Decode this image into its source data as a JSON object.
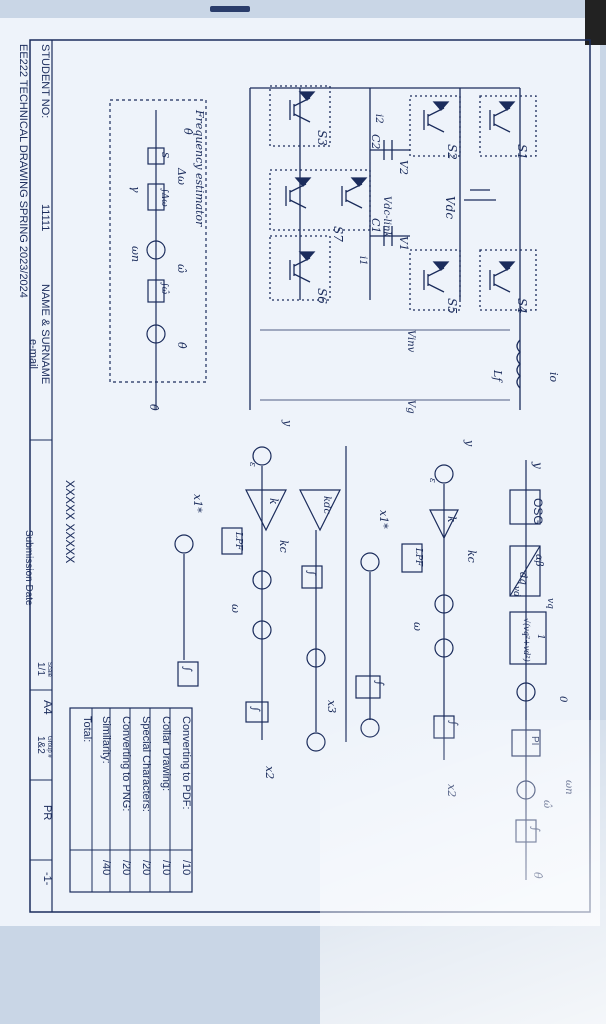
{
  "header": {
    "student_no_label": "STUDENT NO:",
    "student_no": "11111",
    "name_label": "NAME & SURNAME",
    "name_value": "XXXXX XXXXX",
    "email_label": "e-mail",
    "course_title": "EE222 TECHNICAL DRAWING SPRING 2023/2024",
    "submission_label": "Submission Date",
    "paper_size": "A4",
    "scale_label": "Scale",
    "scale_value": "1/1",
    "group_label": "Group #",
    "group_value": "1&2",
    "code": "PR",
    "page": "-1-"
  },
  "grading": {
    "rows": [
      {
        "label": "Converting to PDF:",
        "max": "/10"
      },
      {
        "label": "Collar Drawing:",
        "max": "/10"
      },
      {
        "label": "Special Characters:",
        "max": "/20"
      },
      {
        "label": "Converting to PNG:",
        "max": "/20"
      },
      {
        "label": "Similarity:",
        "max": "/40"
      }
    ],
    "total_label": "Total:"
  },
  "circuit": {
    "switches": [
      "S1",
      "S2",
      "S3",
      "S4",
      "S5",
      "S6",
      "S7"
    ],
    "labels": {
      "vdc": "Vdc",
      "vdclink": "Vdc-link",
      "vinv": "Vinv",
      "vg": "Vg",
      "io": "io",
      "lf": "Lf",
      "c1": "C1",
      "c2": "C2",
      "v1": "V1",
      "v2": "V2",
      "i1": "i1",
      "i2": "i2"
    }
  },
  "estimator": {
    "title": "Frequency estimator",
    "theta_hat": "θ̂",
    "s": "S",
    "delta_omega": "Δω",
    "gamma": "γ",
    "integral_delta": "∫Δω",
    "omega_hat": "ω̂",
    "omega_n": "ωn",
    "integral_omega": "∫ω̂",
    "out": "θ̂"
  },
  "pll": {
    "y": "y",
    "osg": "OSG",
    "alpha_beta": "αβ",
    "dq": "dq",
    "vq": "vq",
    "vd": "vd",
    "norm_num": "1",
    "norm_den": "√(vq²+vd²)",
    "zero": "0",
    "pi": "PI",
    "omega_n": "ωn",
    "omega_hat": "ω̂",
    "theta": "θ̂",
    "integrator": "∫"
  },
  "sogi": {
    "y": "y",
    "e": "ε",
    "k": "k",
    "kdc": "kdc",
    "kc": "kc",
    "lpf": "LPF",
    "x1star": "x1*",
    "omega": "ω",
    "x2": "x2",
    "x3": "x3",
    "integrator": "∫"
  }
}
